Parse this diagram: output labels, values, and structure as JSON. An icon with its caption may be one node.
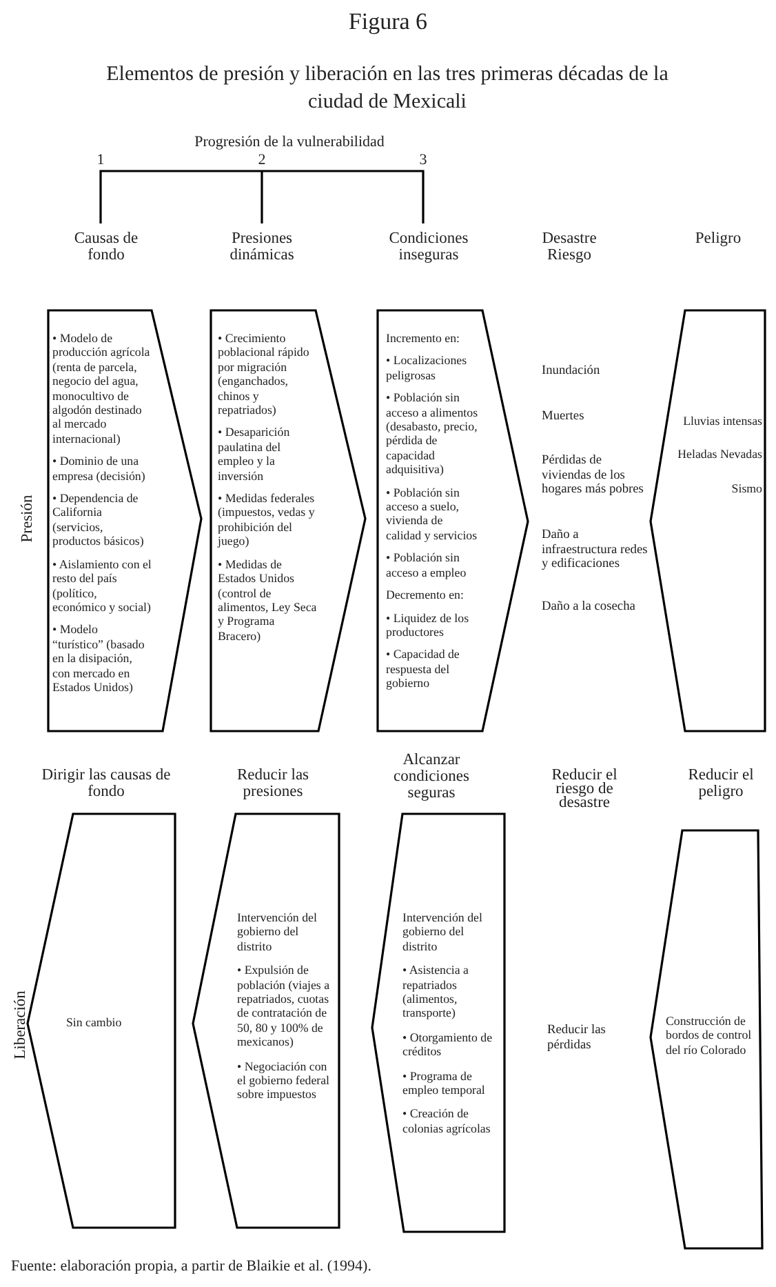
{
  "diagram": {
    "title": "Figura 6",
    "caption": "Fuente: elaboración propia, a partir de Blaikie et al. (1994).",
    "nodes": [
      {
        "text": [
          "Causas de fondo",
          "• Modelo de producción agrícola (renta de parcela, negocio del agua, monocultivo de algodón destinado al mercado internacional)",
          "• Dominio de una empresa (decisión)",
          "• Dependencia de California (servicios, productos básicos)",
          "• Aislamiento con el resto del país (político, económico y social)",
          "• Modelo “turístico” (basado en la disipación, con mercado en Estados Unidos)"
        ]
      },
      {
        "text": [
          "Presiones dinámicas",
          "• Crecimiento poblacional rápido por migración (enganchados, chinos y repatriados)",
          "• Desaparición paulatina del empleo y la inversión",
          "• Medidas federales (impuestos, vedas y prohibición del juego)",
          "• Medidas de Estados Unidos (control de alimentos, Ley Seca y Programa Bracero)"
        ]
      },
      {
        "text": [
          "Condiciones inseguras",
          "Incremento en:",
          "• Localizaciones peligrosas",
          "• Población sin acceso a alimentos (desabasto, precio, pérdida de capacidad adquisitiva)",
          "• Población sin acceso a suelo, vivienda de calidad y servicios",
          "• Población sin acceso a empleo",
          "Decremento en:",
          "• Liquidez de los productores",
          "• Capacidad de respuesta del gobierno"
        ]
      },
      {
        "text": [
          "Peligro",
          "Lluvias intensas",
          "Heladas Nevadas",
          "Sismo"
        ]
      },
      {
        "text": [
          "Dirigir las causas de fondo",
          "Sin cambio"
        ]
      },
      {
        "text": [
          "Reducir las presiones",
          "Intervención del gobierno del distrito",
          "• Expulsión de población (viajes a repatriados, cuotas de contratación de 50, 80 y 100% de mexicanos)",
          "• Negociación con el gobierno federal sobre impuestos"
        ]
      },
      {
        "text": [
          "Alcanzar condiciones seguras",
          "Intervención del gobierno del distrito",
          "• Asistencia a repatriados (alimentos, transporte)",
          "• Otorgamiento de créditos",
          "• Programa de empleo temporal",
          "• Creación de colonias agrícolas"
        ]
      },
      {
        "text": [
          "Reducir el peligro",
          "Construcción de bordos de control del río Colorado"
        ]
      }
    ],
    "edges": [],
    "labels": [
      "Elementos de presión y liberación en las tres primeras décadas de la ciudad de Mexicali",
      "Progresión de la vulnerabilidad",
      "1",
      "2",
      "3",
      "Desastre Riesgo",
      "Presión",
      "Inundación",
      "Muertes",
      "Pérdidas de viviendas de los hogares más pobres",
      "Daño a infraestructura redes y edificaciones",
      "Daño a la cosecha",
      "Reducir el riesgo de desastre",
      "Liberación",
      "Reducir las pérdidas"
    ]
  }
}
